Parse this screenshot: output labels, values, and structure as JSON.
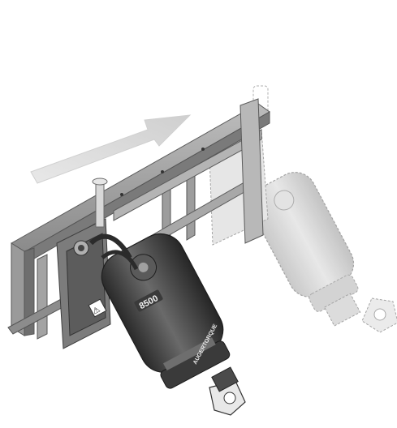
{
  "image": {
    "background": "#ffffff",
    "subject": "auger-drive-attachment-with-sliding-frame"
  },
  "colors": {
    "frame": "#8f8f8f",
    "frame_dark": "#5a5a5a",
    "frame_light": "#c8c8c8",
    "motor": "#4a4a4a",
    "motor_dark": "#2e2e2e",
    "ghost": "#d6d6d6",
    "arrow": "#d9d9d9"
  },
  "icons": {
    "direction": "arrow-right-icon"
  },
  "motor_label": {
    "model": "8500",
    "brand": "AUGERTORQUE"
  }
}
